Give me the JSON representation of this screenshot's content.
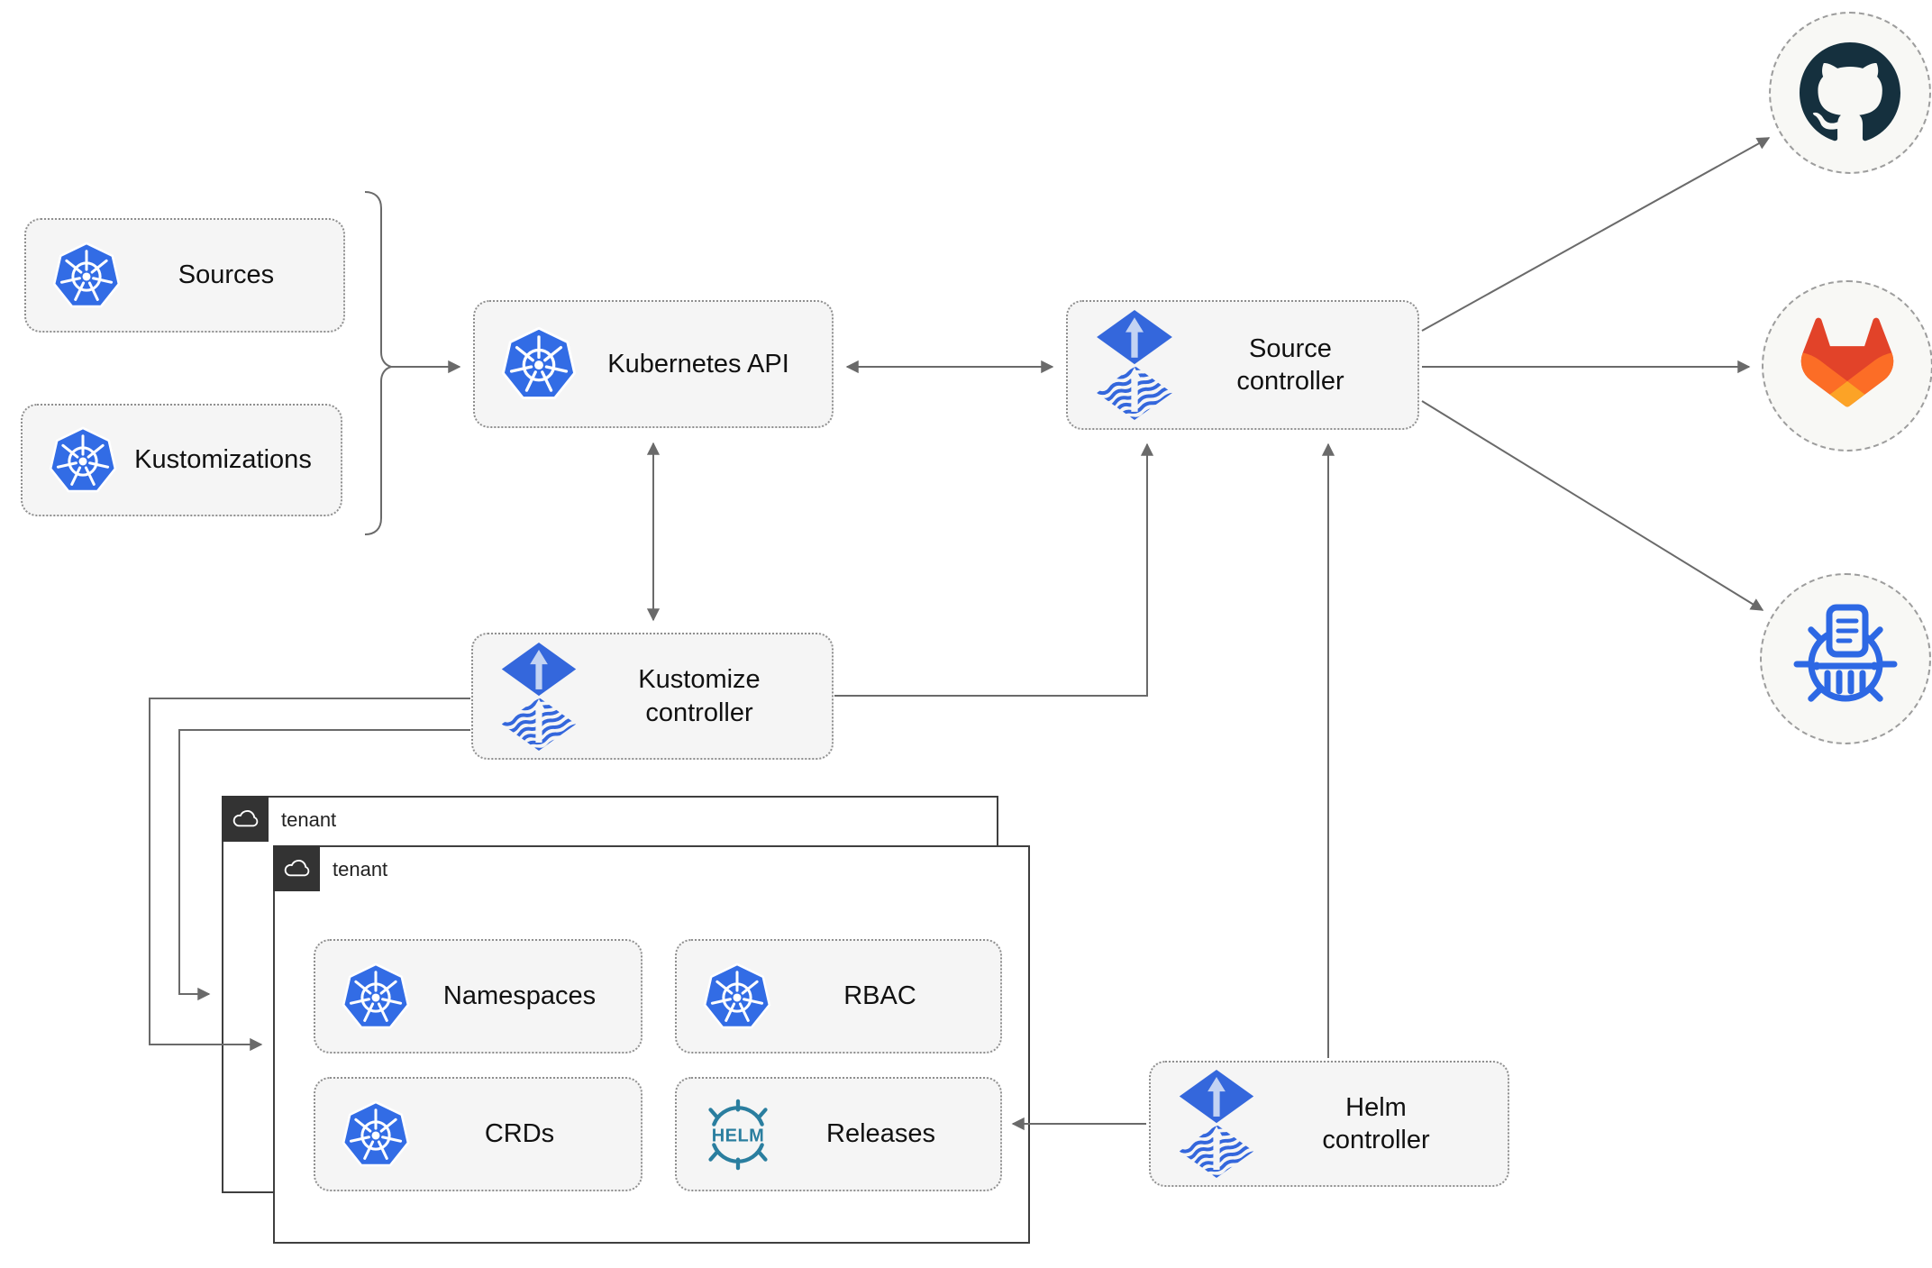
{
  "nodes": {
    "sources": {
      "label": "Sources",
      "icon": "kubernetes-icon"
    },
    "kustomizations": {
      "label": "Kustomizations",
      "icon": "kubernetes-icon"
    },
    "kubernetes_api": {
      "label": "Kubernetes API",
      "icon": "kubernetes-icon"
    },
    "source_controller": {
      "label": "Source controller",
      "icon": "flux-icon"
    },
    "kustomize_controller": {
      "label": "Kustomize controller",
      "icon": "flux-icon"
    },
    "helm_controller": {
      "label": "Helm controller",
      "icon": "flux-icon"
    },
    "namespaces": {
      "label": "Namespaces",
      "icon": "kubernetes-icon"
    },
    "rbac": {
      "label": "RBAC",
      "icon": "kubernetes-icon"
    },
    "crds": {
      "label": "CRDs",
      "icon": "kubernetes-icon"
    },
    "releases": {
      "label": "Releases",
      "icon": "helm-icon",
      "icon_text": "HELM"
    }
  },
  "groups": {
    "tenant_back": {
      "label": "tenant",
      "icon": "cloud-icon"
    },
    "tenant_front": {
      "label": "tenant",
      "icon": "cloud-icon"
    }
  },
  "external_targets": {
    "github": {
      "icon": "github-icon"
    },
    "gitlab": {
      "icon": "gitlab-icon"
    },
    "helm_repository": {
      "icon": "chartmuseum-icon"
    }
  },
  "connections": [
    {
      "from": "sources+kustomizations",
      "to": "kubernetes_api",
      "style": "brace-arrow"
    },
    {
      "from": "kubernetes_api",
      "to": "source_controller",
      "style": "double-arrow"
    },
    {
      "from": "kubernetes_api",
      "to": "kustomize_controller",
      "style": "double-arrow"
    },
    {
      "from": "kustomize_controller",
      "to": "source_controller",
      "style": "arrow"
    },
    {
      "from": "helm_controller",
      "to": "source_controller",
      "style": "arrow"
    },
    {
      "from": "helm_controller",
      "to": "releases",
      "style": "arrow"
    },
    {
      "from": "kustomize_controller",
      "to": "tenant_front",
      "style": "arrow"
    },
    {
      "from": "kustomize_controller",
      "to": "tenant_back",
      "style": "arrow"
    },
    {
      "from": "source_controller",
      "to": "github",
      "style": "arrow"
    },
    {
      "from": "source_controller",
      "to": "gitlab",
      "style": "arrow"
    },
    {
      "from": "source_controller",
      "to": "helm_repository",
      "style": "arrow"
    }
  ],
  "colors": {
    "kubernetes_blue": "#326ce5",
    "flux_blue": "#3467dc",
    "flux_light": "#c3d3f3",
    "helm_teal": "#2a7e9f",
    "chartmuseum_blue": "#2d68e4",
    "github_dark": "#15303e",
    "gitlab_dark_orange": "#e24329",
    "gitlab_orange": "#fc6d26",
    "gitlab_amber": "#fca326",
    "line_gray": "#6a6a6a",
    "node_fill": "#f5f5f5",
    "tenant_tab": "#333333"
  }
}
